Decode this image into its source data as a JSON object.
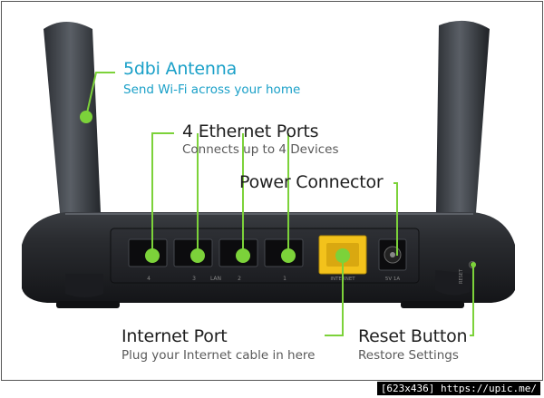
{
  "callouts": {
    "antenna": {
      "title": "5dbi Antenna",
      "subtitle": "Send Wi-Fi across your home"
    },
    "ethernet": {
      "title": "4 Ethernet Ports",
      "subtitle": "Connects up to 4 Devices"
    },
    "power": {
      "title": "Power Connector"
    },
    "internet": {
      "title": "Internet Port",
      "subtitle": "Plug your Internet cable in here"
    },
    "reset": {
      "title": "Reset Button",
      "subtitle": "Restore Settings"
    }
  },
  "port_labels": [
    "4",
    "3",
    "LAN",
    "2",
    "1",
    "INTERNET",
    "5V 1A",
    "RESET"
  ],
  "colors": {
    "accent_green": "#7cd23a",
    "antenna_blue": "#1aa0c8",
    "wan_yellow": "#f3c21b"
  },
  "watermark": "[623x436] https://upic.me/"
}
